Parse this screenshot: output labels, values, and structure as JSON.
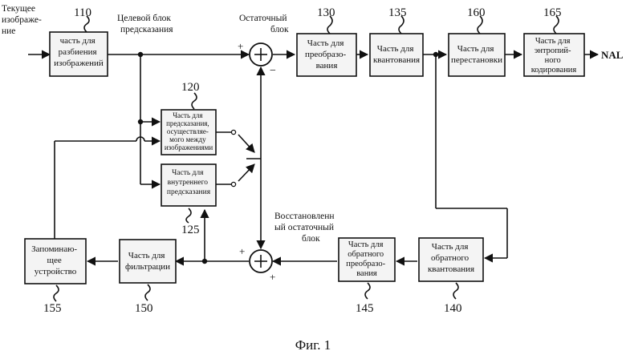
{
  "labels": {
    "input_top": "Текущее",
    "input_mid": "изображе-",
    "input_bot": "ние",
    "target_1": "Целевой блок",
    "target_2": "предсказания",
    "residual_1": "Остаточный",
    "residual_2": "блок",
    "recon_1": "Восстановленн",
    "recon_2": "ый остаточный",
    "recon_3": "блок",
    "nal": "NAL",
    "plus": "+",
    "minus": "−"
  },
  "blocks": {
    "b110": {
      "ref": "110",
      "lines": [
        "часть для",
        "разбиения",
        "изображений"
      ]
    },
    "b130": {
      "ref": "130",
      "lines": [
        "Часть для",
        "преобразо-",
        "вания"
      ]
    },
    "b135": {
      "ref": "135",
      "lines": [
        "Часть для",
        "квантования"
      ]
    },
    "b160": {
      "ref": "160",
      "lines": [
        "Часть для",
        "перестановки"
      ]
    },
    "b165": {
      "ref": "165",
      "lines": [
        "Часть для",
        "энтропий-",
        "ного",
        "кодирования"
      ]
    },
    "b120": {
      "ref": "120",
      "lines": [
        "Часть для",
        "предсказания,",
        "осуществляе-",
        "мого между",
        "изображениями"
      ]
    },
    "b125": {
      "ref": "125",
      "lines": [
        "Часть для",
        "внутреннего",
        "предсказания"
      ]
    },
    "b140": {
      "ref": "140",
      "lines": [
        "Часть для",
        "обратного",
        "квантования"
      ]
    },
    "b145": {
      "ref": "145",
      "lines": [
        "Часть для",
        "обратного",
        "преобразо-",
        "вания"
      ]
    },
    "b150": {
      "ref": "150",
      "lines": [
        "Часть для",
        "фильтрации"
      ]
    },
    "b155": {
      "ref": "155",
      "lines": [
        "Запоминаю-",
        "щее",
        "устройство"
      ]
    }
  },
  "caption": "Фиг. 1"
}
